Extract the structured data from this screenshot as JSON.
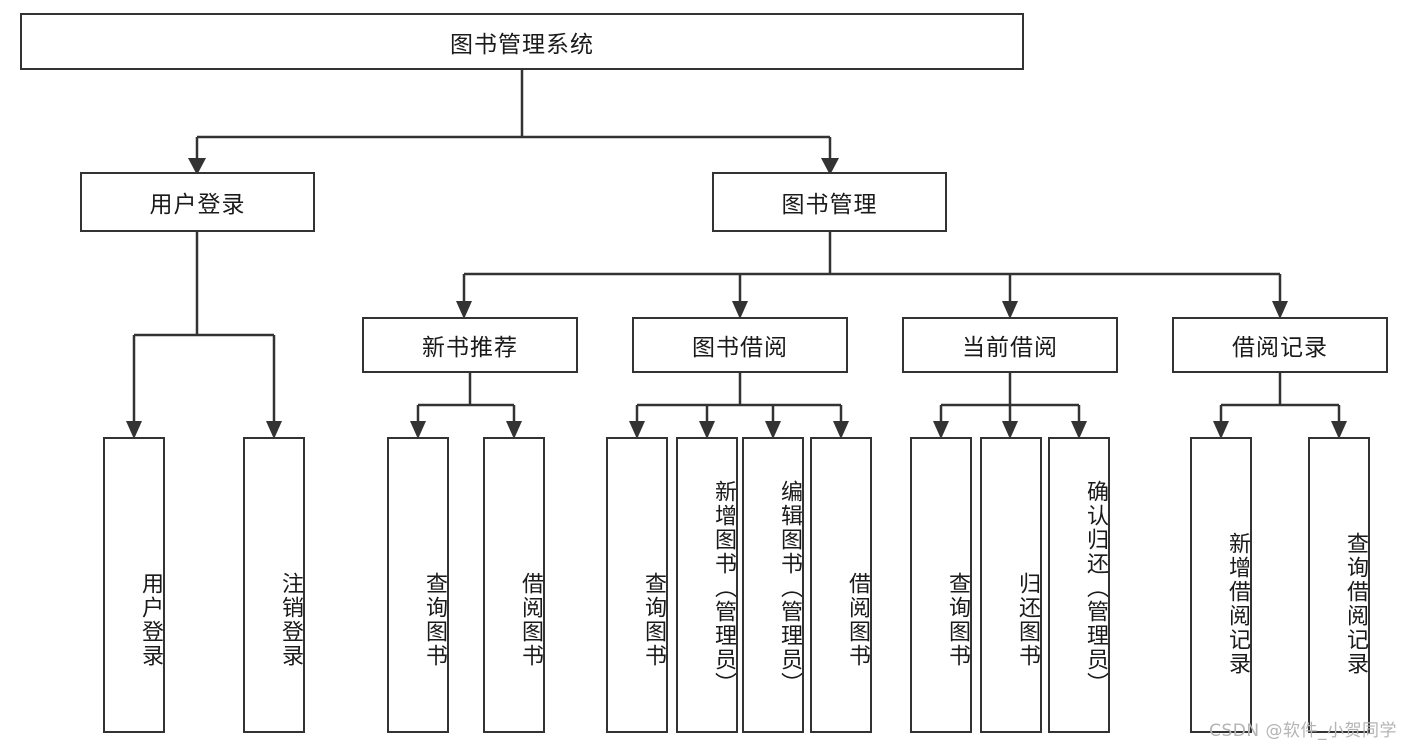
{
  "diagram": {
    "title": "图书管理系统",
    "type": "hierarchy-tree",
    "watermark": "CSDN @软件_小贺同学",
    "colors": {
      "stroke": "#333333",
      "fill": "#ffffff",
      "text": "#1a1a1a",
      "watermark": "#b4b4b4"
    },
    "levels": {
      "root": {
        "label": "图书管理系统"
      },
      "level2": [
        {
          "label": "用户登录"
        },
        {
          "label": "图书管理"
        }
      ],
      "level3": [
        {
          "label": "新书推荐"
        },
        {
          "label": "图书借阅"
        },
        {
          "label": "当前借阅"
        },
        {
          "label": "借阅记录"
        }
      ],
      "level4": {
        "user_login": [
          {
            "label": "用户登录"
          },
          {
            "label": "注销登录"
          }
        ],
        "new_book_recommend": [
          {
            "label": "查询图书"
          },
          {
            "label": "借阅图书"
          }
        ],
        "book_borrow": [
          {
            "label": "查询图书"
          },
          {
            "label": "新增图书（管理员）"
          },
          {
            "label": "编辑图书（管理员）"
          },
          {
            "label": "借阅图书"
          }
        ],
        "current_borrow": [
          {
            "label": "查询图书"
          },
          {
            "label": "归还图书"
          },
          {
            "label": "确认归还（管理员）"
          }
        ],
        "borrow_record": [
          {
            "label": "新增借阅记录"
          },
          {
            "label": "查询借阅记录"
          }
        ]
      }
    }
  }
}
